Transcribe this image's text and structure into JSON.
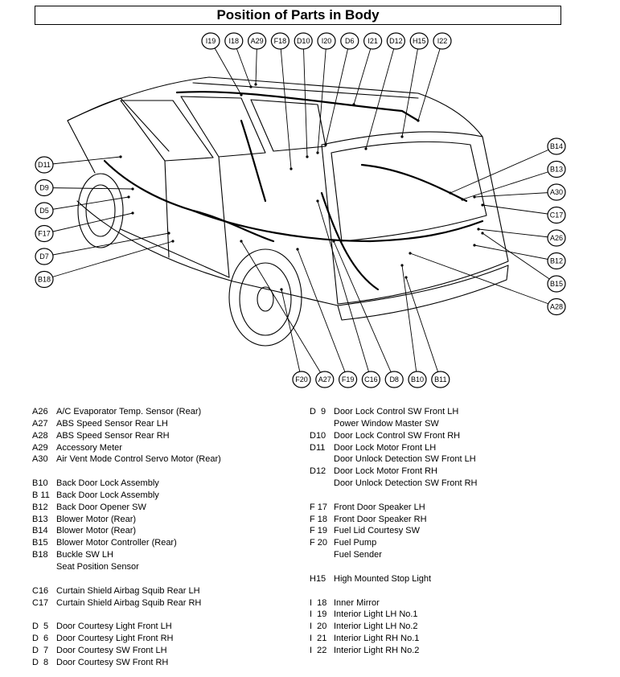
{
  "title": "Position of Parts in Body",
  "callouts": [
    {
      "id": "I19",
      "side": "top"
    },
    {
      "id": "I18",
      "side": "top"
    },
    {
      "id": "A29",
      "side": "top"
    },
    {
      "id": "F18",
      "side": "top"
    },
    {
      "id": "D10",
      "side": "top"
    },
    {
      "id": "I20",
      "side": "top"
    },
    {
      "id": "D6",
      "side": "top"
    },
    {
      "id": "I21",
      "side": "top"
    },
    {
      "id": "D12",
      "side": "top"
    },
    {
      "id": "H15",
      "side": "top"
    },
    {
      "id": "I22",
      "side": "top"
    },
    {
      "id": "D11",
      "side": "left"
    },
    {
      "id": "D9",
      "side": "left"
    },
    {
      "id": "D5",
      "side": "left"
    },
    {
      "id": "F17",
      "side": "left"
    },
    {
      "id": "D7",
      "side": "left"
    },
    {
      "id": "B18",
      "side": "left"
    },
    {
      "id": "B14",
      "side": "right"
    },
    {
      "id": "B13",
      "side": "right"
    },
    {
      "id": "A30",
      "side": "right"
    },
    {
      "id": "C17",
      "side": "right"
    },
    {
      "id": "A26",
      "side": "right"
    },
    {
      "id": "B12",
      "side": "right"
    },
    {
      "id": "B15",
      "side": "right"
    },
    {
      "id": "A28",
      "side": "right"
    },
    {
      "id": "F20",
      "side": "bottom"
    },
    {
      "id": "A27",
      "side": "bottom"
    },
    {
      "id": "F19",
      "side": "bottom"
    },
    {
      "id": "C16",
      "side": "bottom"
    },
    {
      "id": "D8",
      "side": "bottom"
    },
    {
      "id": "B10",
      "side": "bottom"
    },
    {
      "id": "B11",
      "side": "bottom"
    }
  ],
  "legend_left": [
    {
      "code": "A26",
      "names": [
        "A/C Evaporator Temp. Sensor (Rear)"
      ]
    },
    {
      "code": "A27",
      "names": [
        "ABS Speed Sensor Rear LH"
      ]
    },
    {
      "code": "A28",
      "names": [
        "ABS Speed Sensor Rear RH"
      ]
    },
    {
      "code": "A29",
      "names": [
        "Accessory Meter"
      ]
    },
    {
      "code": "A30",
      "names": [
        "Air Vent Mode Control Servo Motor (Rear)"
      ]
    },
    {
      "gap": true
    },
    {
      "code": "B10",
      "names": [
        "Back Door Lock Assembly"
      ]
    },
    {
      "code": "B 11",
      "names": [
        "Back Door Lock Assembly"
      ]
    },
    {
      "code": "B12",
      "names": [
        "Back Door Opener SW"
      ]
    },
    {
      "code": "B13",
      "names": [
        "Blower Motor (Rear)"
      ]
    },
    {
      "code": "B14",
      "names": [
        "Blower Motor (Rear)"
      ]
    },
    {
      "code": "B15",
      "names": [
        "Blower Motor Controller (Rear)"
      ]
    },
    {
      "code": "B18",
      "names": [
        "Buckle SW LH",
        "Seat Position Sensor"
      ]
    },
    {
      "gap": true
    },
    {
      "code": "C16",
      "names": [
        "Curtain Shield Airbag Squib Rear LH"
      ]
    },
    {
      "code": "C17",
      "names": [
        "Curtain Shield Airbag Squib Rear RH"
      ]
    },
    {
      "gap": true
    },
    {
      "code": "D  5",
      "names": [
        "Door Courtesy Light Front LH"
      ]
    },
    {
      "code": "D  6",
      "names": [
        "Door Courtesy Light Front RH"
      ]
    },
    {
      "code": "D  7",
      "names": [
        "Door Courtesy SW Front LH"
      ]
    },
    {
      "code": "D  8",
      "names": [
        "Door Courtesy SW Front RH"
      ]
    }
  ],
  "legend_right": [
    {
      "code": "D  9",
      "names": [
        "Door Lock Control SW Front LH",
        "Power Window Master SW"
      ]
    },
    {
      "code": "D10",
      "names": [
        "Door Lock Control SW Front RH"
      ]
    },
    {
      "code": "D11",
      "names": [
        "Door Lock Motor Front LH",
        "Door Unlock Detection SW Front LH"
      ]
    },
    {
      "code": "D12",
      "names": [
        "Door Lock Motor Front RH",
        "Door Unlock Detection SW Front RH"
      ]
    },
    {
      "gap": true
    },
    {
      "code": "F 17",
      "names": [
        "Front Door Speaker LH"
      ]
    },
    {
      "code": "F 18",
      "names": [
        "Front Door Speaker RH"
      ]
    },
    {
      "code": "F 19",
      "names": [
        "Fuel Lid Courtesy SW"
      ]
    },
    {
      "code": "F 20",
      "names": [
        "Fuel Pump",
        "Fuel Sender"
      ]
    },
    {
      "gap": true
    },
    {
      "code": "H15",
      "names": [
        "High Mounted Stop Light"
      ]
    },
    {
      "gap": true
    },
    {
      "code": "I  18",
      "names": [
        "Inner Mirror"
      ]
    },
    {
      "code": "I  19",
      "names": [
        "Interior Light LH No.1"
      ]
    },
    {
      "code": "I  20",
      "names": [
        "Interior Light LH No.2"
      ]
    },
    {
      "code": "I  21",
      "names": [
        "Interior Light RH No.1"
      ]
    },
    {
      "code": "I  22",
      "names": [
        "Interior Light RH No.2"
      ]
    }
  ]
}
